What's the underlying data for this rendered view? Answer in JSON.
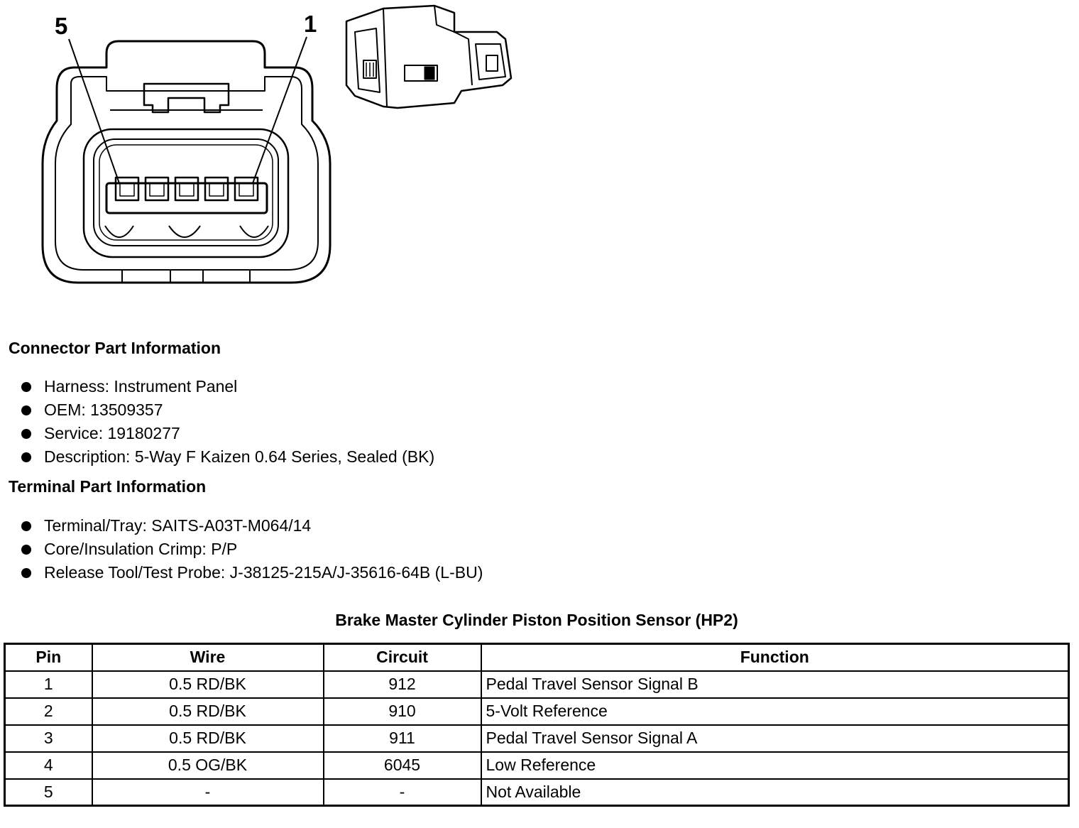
{
  "diagram": {
    "callout_left": "5",
    "callout_right": "1"
  },
  "connector_info": {
    "title": "Connector Part Information",
    "items": [
      "Harness: Instrument Panel",
      "OEM: 13509357",
      "Service: 19180277",
      "Description: 5-Way F Kaizen 0.64 Series, Sealed (BK)"
    ]
  },
  "terminal_info": {
    "title": "Terminal Part Information",
    "items": [
      "Terminal/Tray: SAITS-A03T-M064/14",
      "Core/Insulation Crimp: P/P",
      "Release Tool/Test Probe: J-38125-215A/J-35616-64B (L-BU)"
    ]
  },
  "table": {
    "title": "Brake Master Cylinder Piston Position Sensor (HP2)",
    "headers": [
      "Pin",
      "Wire",
      "Circuit",
      "Function"
    ],
    "rows": [
      [
        "1",
        "0.5 RD/BK",
        "912",
        "Pedal Travel Sensor Signal B"
      ],
      [
        "2",
        "0.5 RD/BK",
        "910",
        "5-Volt Reference"
      ],
      [
        "3",
        "0.5 RD/BK",
        "911",
        "Pedal Travel Sensor Signal A"
      ],
      [
        "4",
        "0.5 OG/BK",
        "6045",
        "Low Reference"
      ],
      [
        "5",
        "-",
        "-",
        "Not Available"
      ]
    ]
  }
}
